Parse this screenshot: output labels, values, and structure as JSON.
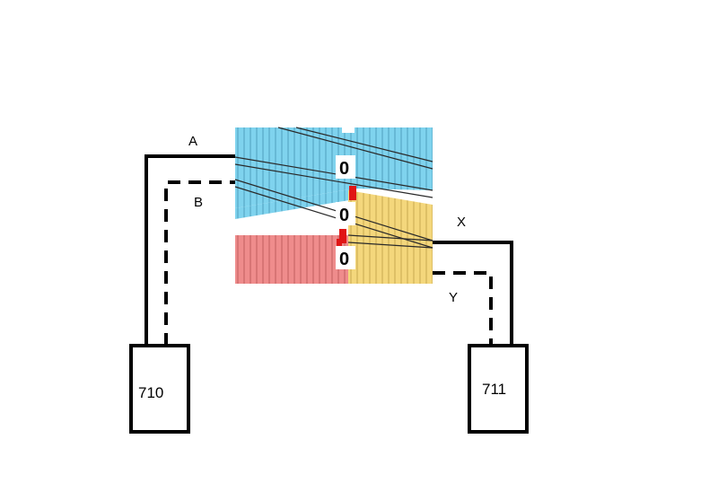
{
  "diagram": {
    "boxes": [
      {
        "id": "left-box",
        "label": "710"
      },
      {
        "id": "right-box",
        "label": "711"
      }
    ],
    "wire_labels": {
      "a": "A",
      "b": "B",
      "x": "X",
      "y": "Y"
    },
    "track_labels": [
      "0",
      "0",
      "0"
    ],
    "colors": {
      "blue_tracks": "#7fd3ee",
      "yellow_tracks": "#f4d77c",
      "red_tracks": "#ef8c8c",
      "wire": "#000000",
      "marker": "#e01515"
    }
  }
}
